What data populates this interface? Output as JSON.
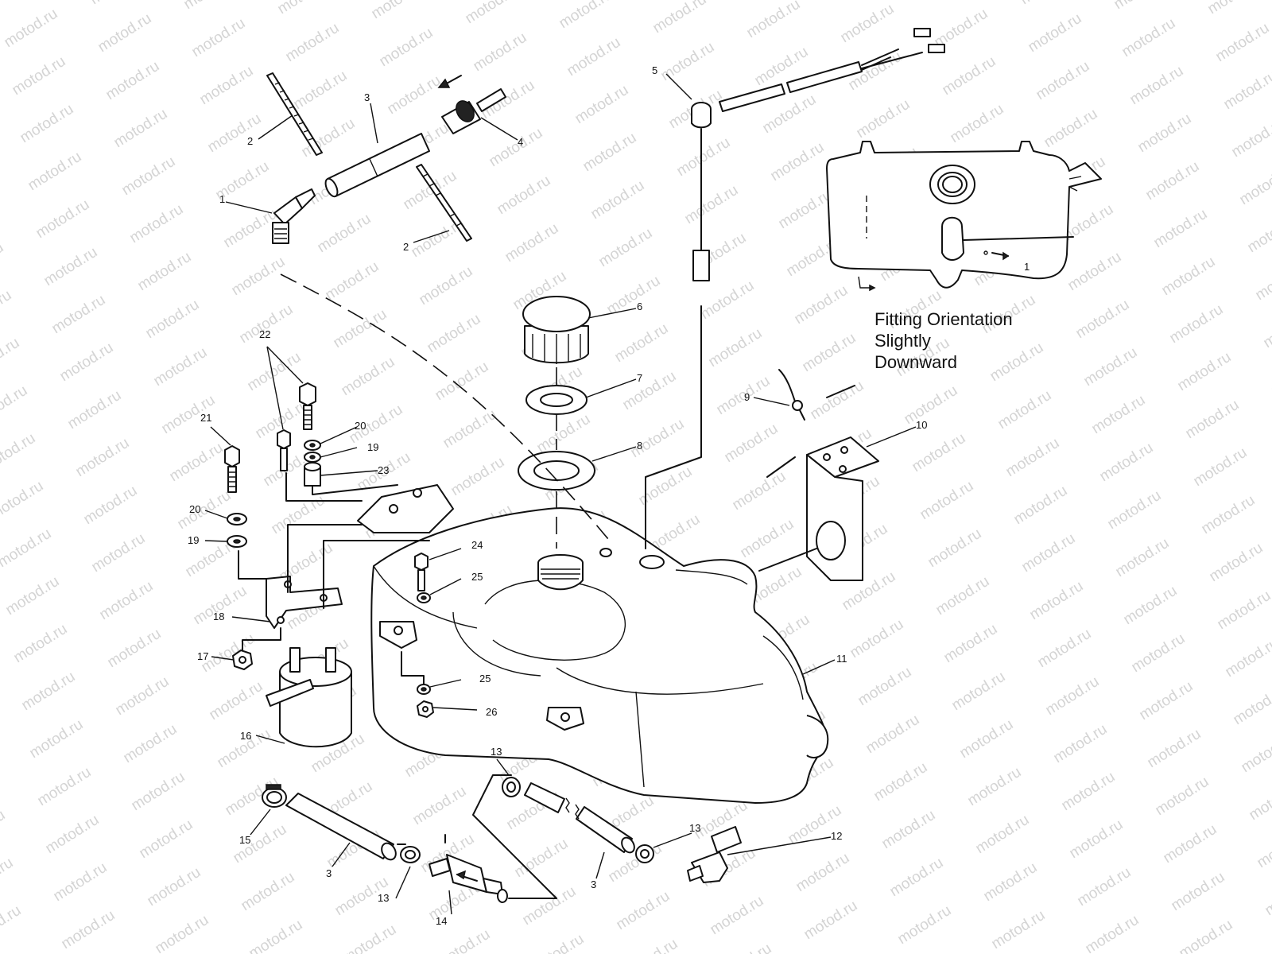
{
  "watermark": "motod.ru",
  "note": {
    "lines": [
      "Fitting Orientation",
      "Slightly",
      "Downward"
    ]
  },
  "inset_callout": "1",
  "callouts": [
    {
      "id": "c1",
      "text": "1"
    },
    {
      "id": "c2a",
      "text": "2"
    },
    {
      "id": "c2b",
      "text": "2"
    },
    {
      "id": "c3a",
      "text": "3"
    },
    {
      "id": "c3b",
      "text": "3"
    },
    {
      "id": "c3c",
      "text": "3"
    },
    {
      "id": "c4",
      "text": "4"
    },
    {
      "id": "c5",
      "text": "5"
    },
    {
      "id": "c6",
      "text": "6"
    },
    {
      "id": "c7",
      "text": "7"
    },
    {
      "id": "c8",
      "text": "8"
    },
    {
      "id": "c9",
      "text": "9"
    },
    {
      "id": "c10",
      "text": "10"
    },
    {
      "id": "c11",
      "text": "11"
    },
    {
      "id": "c12",
      "text": "12"
    },
    {
      "id": "c13a",
      "text": "13"
    },
    {
      "id": "c13b",
      "text": "13"
    },
    {
      "id": "c13c",
      "text": "13"
    },
    {
      "id": "c14",
      "text": "14"
    },
    {
      "id": "c15",
      "text": "15"
    },
    {
      "id": "c16",
      "text": "16"
    },
    {
      "id": "c17",
      "text": "17"
    },
    {
      "id": "c18",
      "text": "18"
    },
    {
      "id": "c19a",
      "text": "19"
    },
    {
      "id": "c19b",
      "text": "19"
    },
    {
      "id": "c20a",
      "text": "20"
    },
    {
      "id": "c20b",
      "text": "20"
    },
    {
      "id": "c21",
      "text": "21"
    },
    {
      "id": "c22",
      "text": "22"
    },
    {
      "id": "c23",
      "text": "23"
    },
    {
      "id": "c24",
      "text": "24"
    },
    {
      "id": "c25a",
      "text": "25"
    },
    {
      "id": "c25b",
      "text": "25"
    },
    {
      "id": "c26",
      "text": "26"
    }
  ]
}
